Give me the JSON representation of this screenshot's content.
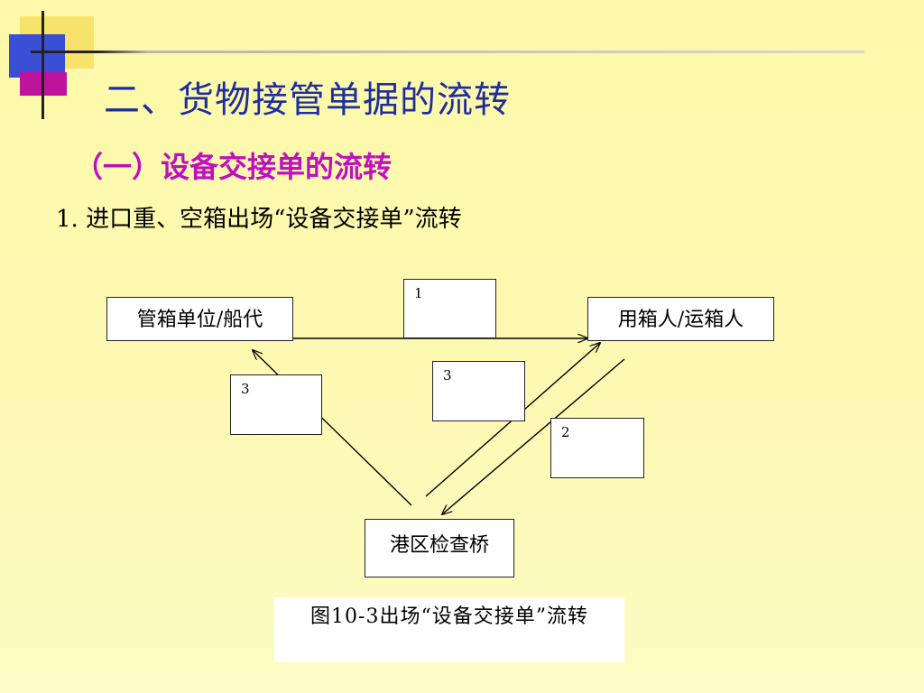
{
  "slide": {
    "title": "二、货物接管单据的流转",
    "subtitle": "（一）设备交接单的流转",
    "point": "1. 进口重、空箱出场“设备交接单”流转"
  },
  "diagram": {
    "nodes": {
      "ship_agent": "管箱单位/船代",
      "user_carrier": "用箱人/运箱人",
      "gate": "港区检查桥"
    },
    "doc_boxes": {
      "doc1": "1",
      "doc3_left": "3",
      "doc3_mid": "3",
      "doc2": "2"
    },
    "caption": "图10-3出场“设备交接单”流转"
  },
  "colors": {
    "title": "#1e2ea0",
    "subtitle": "#c00fbf",
    "background": "#fdf9a8"
  }
}
